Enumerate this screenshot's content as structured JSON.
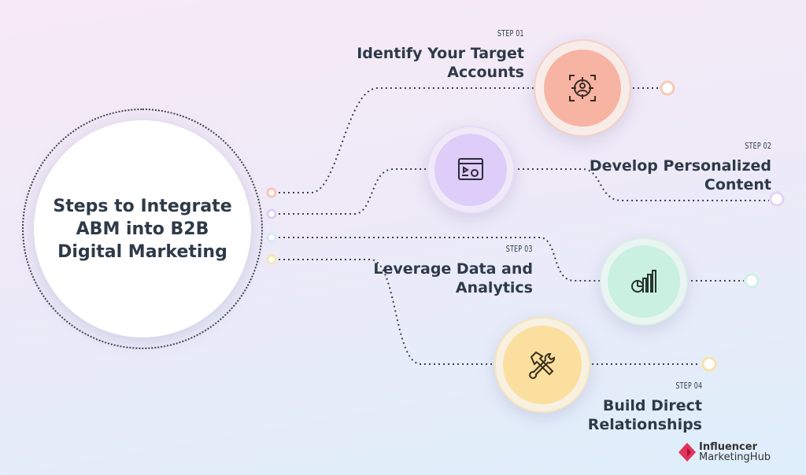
{
  "title": "Steps to Integrate ABM into B2B Digital Marketing",
  "steps": [
    {
      "step": "STEP 01",
      "title_line1": "Identify Your Target",
      "title_line2": "Accounts",
      "icon": "target-user-icon",
      "color": "#f7b4a2"
    },
    {
      "step": "STEP 02",
      "title_line1": "Develop Personalized",
      "title_line2": "Content",
      "icon": "web-content-icon",
      "color": "#ddcdf8"
    },
    {
      "step": "STEP 03",
      "title_line1": "Leverage Data and",
      "title_line2": "Analytics",
      "icon": "analytics-chart-icon",
      "color": "#c9f0e0"
    },
    {
      "step": "STEP 04",
      "title_line1": "Build Direct",
      "title_line2": "Relationships",
      "icon": "hammer-wrench-icon",
      "color": "#fbdf9e"
    }
  ],
  "logo": {
    "line1": "Influencer",
    "line2": "MarketingHub"
  }
}
